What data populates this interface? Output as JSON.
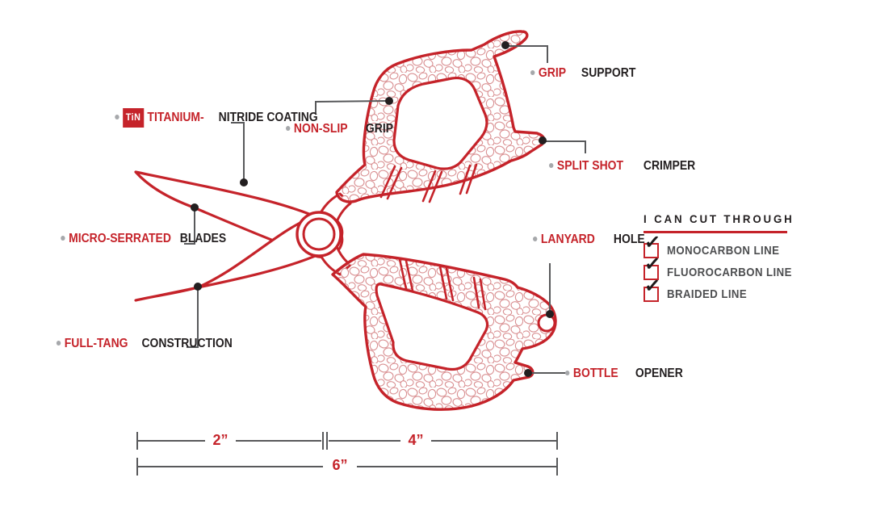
{
  "product": {
    "name": "fishing-snips-diagram"
  },
  "colors": {
    "red": "#c5232a",
    "text_black": "#231f20",
    "leader_gray": "#58595b",
    "bullet_gray": "#a6a8ab",
    "pebble_pink": "#d98f91",
    "checklist_text": "#4d4e50"
  },
  "callouts": {
    "titanium": {
      "badge": "TiN",
      "line1": "TITANIUM-",
      "line2": "NITRIDE COATING"
    },
    "non_slip": {
      "line1": "NON-SLIP",
      "line2": "GRIP"
    },
    "grip_support": {
      "line1": "GRIP",
      "line2": "SUPPORT"
    },
    "split_shot": {
      "line1": "SPLIT SHOT",
      "line2": "CRIMPER"
    },
    "micro_serrated": {
      "line1": "MICRO-SERRATED",
      "line2": "BLADES"
    },
    "full_tang": {
      "line1": "FULL-TANG",
      "line2": "CONSTRUCTION"
    },
    "lanyard": {
      "line1": "LANYARD",
      "line2": "HOLE"
    },
    "bottle_opener": {
      "line1": "BOTTLE",
      "line2": "OPENER"
    }
  },
  "checklist": {
    "title": "I CAN CUT THROUGH",
    "items": [
      {
        "label": "MONOCARBON LINE",
        "checked": true
      },
      {
        "label": "FLUOROCARBON LINE",
        "checked": true
      },
      {
        "label": "BRAIDED LINE",
        "checked": true
      }
    ],
    "checkmark": "✓"
  },
  "dimensions": {
    "blade_length": "2”",
    "handle_length": "4”",
    "total_length": "6”"
  }
}
